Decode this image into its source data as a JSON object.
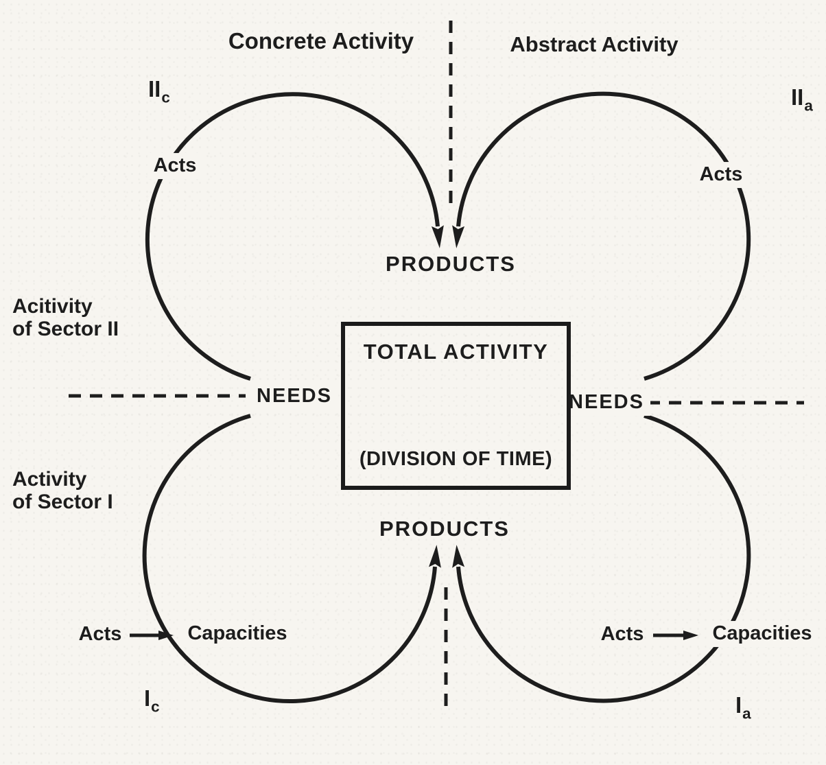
{
  "colors": {
    "paper": "#f7f5f0",
    "ink": "#1d1d1d"
  },
  "top_labels": {
    "concrete": "Concrete Activity",
    "abstract": "Abstract Activity"
  },
  "markers": {
    "IIc": {
      "base": "II",
      "sub": "c"
    },
    "IIa": {
      "base": "II",
      "sub": "a"
    },
    "Ic": {
      "base": "I",
      "sub": "c"
    },
    "Ia": {
      "base": "I",
      "sub": "a"
    }
  },
  "loop_labels": {
    "acts_top_left": "Acts",
    "acts_top_right": "Acts",
    "products_top": "PRODUCTS",
    "products_bottom": "PRODUCTS",
    "needs_left": "NEEDS",
    "needs_right": "NEEDS",
    "acts_bottom_left": "Acts",
    "capacities_left": "Capacities",
    "acts_bottom_right": "Acts",
    "capacities_right": "Capacities"
  },
  "side_labels": {
    "sector2_line1": "Acitivity",
    "sector2_line2": "of Sector II",
    "sector1_line1": "Activity",
    "sector1_line2": "of Sector I"
  },
  "center_box": {
    "title": "TOTAL ACTIVITY",
    "subtitle": "(DIVISION OF TIME)"
  }
}
